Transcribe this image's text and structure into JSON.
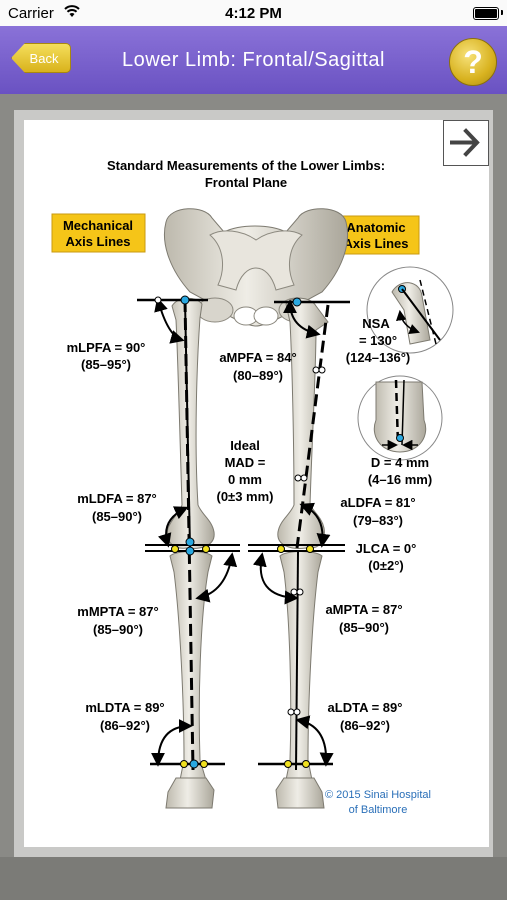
{
  "status": {
    "carrier": "Carrier",
    "time": "4:12 PM"
  },
  "nav": {
    "back_label": "Back",
    "title": "Lower Limb: Frontal/Sagittal",
    "help_label": "?"
  },
  "diagram": {
    "title_line1": "Standard Measurements of the Lower Limbs:",
    "title_line2": "Frontal Plane",
    "label_mech_1": "Mechanical",
    "label_mech_2": "Axis Lines",
    "label_anat_1": "Anatomic",
    "label_anat_2": "Axis Lines",
    "mlpfa_1": "mLPFA = 90°",
    "mlpfa_2": "(85–95°)",
    "ampfa_1": "aMPFA = 84°",
    "ampfa_2": "(80–89°)",
    "nsa_1": "NSA",
    "nsa_2": "= 130°",
    "nsa_3": "(124–136°)",
    "mad_1": "Ideal",
    "mad_2": "MAD =",
    "mad_3": "0 mm",
    "mad_4": "(0±3 mm)",
    "d_1": "D = 4 mm",
    "d_2": "(4–16 mm)",
    "mldfa_1": "mLDFA = 87°",
    "mldfa_2": "(85–90°)",
    "aldfa_1": "aLDFA = 81°",
    "aldfa_2": "(79–83°)",
    "jlca_1": "JLCA = 0°",
    "jlca_2": "(0±2°)",
    "mmpta_1": "mMPTA = 87°",
    "mmpta_2": "(85–90°)",
    "ampta_1": "aMPTA = 87°",
    "ampta_2": "(85–90°)",
    "mldta_1": "mLDTA = 89°",
    "mldta_2": "(86–92°)",
    "aldta_1": "aLDTA = 89°",
    "aldta_2": "(86–92°)",
    "copyright_1": "© 2015 Sinai Hospital",
    "copyright_2": "of Baltimore"
  },
  "colors": {
    "nav_purple": "#7a62cc",
    "gold_button": "#e2c232",
    "label_yellow": "#f5c518",
    "joint_yellow": "#f0e020",
    "joint_blue": "#2aa8e0",
    "copyright_blue": "#2a6fb8"
  },
  "icons": {
    "wifi": "wifi-icon",
    "battery": "battery-icon",
    "next": "arrow-right-icon"
  }
}
